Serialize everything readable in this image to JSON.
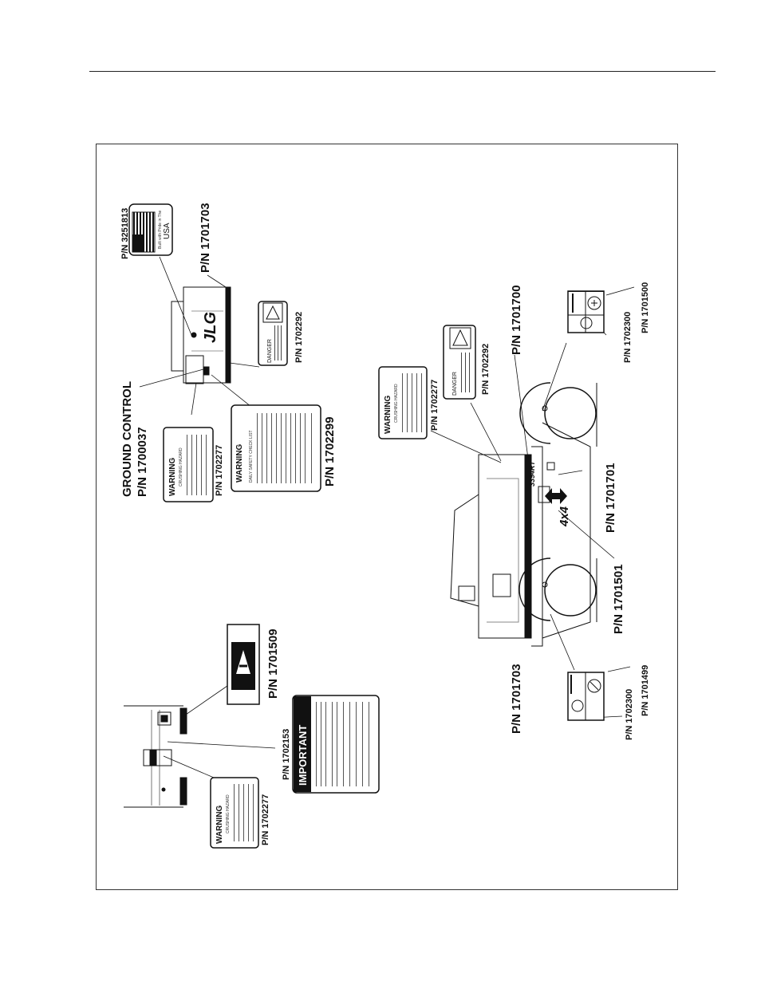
{
  "labels": {
    "pn_3251813": "P/N 3251813",
    "pn_1701703_top": "P/N 1701703",
    "ground_control": "GROUND CONTROL",
    "pn_1700037": "P/N 1700037",
    "pn_1702277_a": "P/N 1702277",
    "pn_1702299": "P/N 1702299",
    "pn_1702292_a": "P/N 1702292",
    "pn_1701509": "P/N 1701509",
    "pn_1702153": "P/N 1702153",
    "pn_1702277_b": "P/N 1702277",
    "pn_1702277_c": "P/N 1702277",
    "pn_1702292_b": "P/N 1702292",
    "pn_1701700": "P/N 1701700",
    "pn_1702300_a": "P/N 1702300",
    "pn_1701500": "P/N 1701500",
    "pn_1701701": "P/N 1701701",
    "pn_1701501": "P/N 1701501",
    "pn_1701703_bottom": "P/N 1701703",
    "pn_1702300_b": "P/N 1702300",
    "pn_1701499": "P/N 1701499"
  },
  "decals": {
    "warning": "WARNING",
    "danger": "DANGER",
    "important": "IMPORTANT",
    "crushing_hazard": "CRUSHING HAZARD",
    "daily_check": "DAILY SAFETY CHECK LIST",
    "made_in_usa": "Built with Pride in The",
    "usa": "USA",
    "jlg": "JLG",
    "model": "3394RT",
    "brand_4x4": "4x4"
  }
}
